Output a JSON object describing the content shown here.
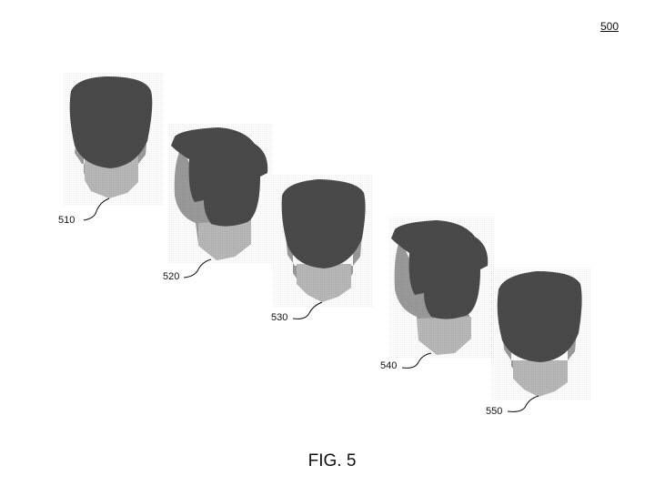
{
  "figure": {
    "number": "500",
    "caption": "FIG. 5"
  },
  "colors": {
    "hair": "#4a4a4a",
    "skin_side": "#9a9a9a",
    "neck": "#b8b8b8",
    "background": "#ffffff",
    "text": "#111111"
  },
  "heads": [
    {
      "id": "510",
      "label": "510",
      "style": "short-flat-top",
      "view": "back"
    },
    {
      "id": "520",
      "label": "520",
      "style": "swept-fringe",
      "view": "three-quarter"
    },
    {
      "id": "530",
      "label": "530",
      "style": "short-flat-top",
      "view": "back"
    },
    {
      "id": "540",
      "label": "540",
      "style": "swept-fringe",
      "view": "three-quarter"
    },
    {
      "id": "550",
      "label": "550",
      "style": "short-flat-top",
      "view": "back"
    }
  ]
}
